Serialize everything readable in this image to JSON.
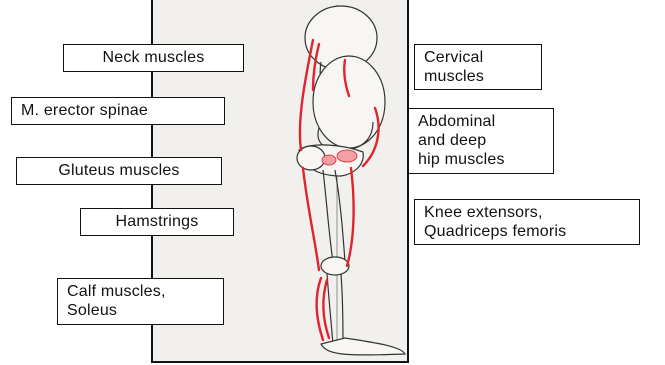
{
  "left_labels": {
    "neck": "Neck muscles",
    "erector": "M. erector spinae",
    "gluteus": "Gluteus muscles",
    "hamstrings": "Hamstrings",
    "calf": "Calf muscles,\nSoleus"
  },
  "right_labels": {
    "cervical": "Cervical\nmuscles",
    "abdominal": "Abdominal\nand deep\nhip muscles",
    "knee": "Knee extensors,\nQuadriceps femoris"
  },
  "colors": {
    "muscle": "#e0242f",
    "muscle_light": "#f2a0a6",
    "outline": "#333333",
    "panel": "#f1f0ec"
  }
}
